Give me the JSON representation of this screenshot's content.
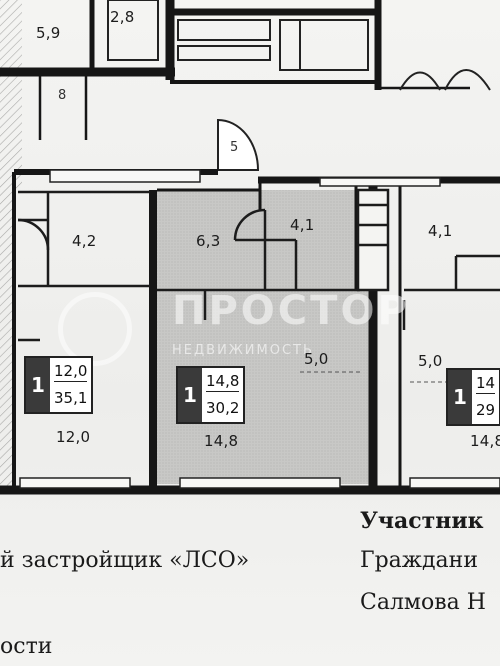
{
  "plan": {
    "rooms": {
      "r_5_9": "5,9",
      "r_2_8": "2,8",
      "r_8": "8",
      "r_5": "5",
      "r_4_2": "4,2",
      "r_6_3": "6,3",
      "r_4_1a": "4,1",
      "r_4_1b": "4,1",
      "r_5_0a": "5,0",
      "r_5_0b": "5,0",
      "r_12_0": "12,0",
      "r_14_8": "14,8",
      "r_14_8b": "14,8"
    },
    "badges": [
      {
        "rooms": "1",
        "living": "12,0",
        "total": "35,1"
      },
      {
        "rooms": "1",
        "living": "14,8",
        "total": "30,2"
      },
      {
        "rooms": "1",
        "living": "14",
        "total": "29"
      }
    ]
  },
  "watermark": {
    "brand": "ПРОСТОР",
    "sub": "НЕДВИЖИМОСТЬ"
  },
  "text": {
    "right_heading": "Участник",
    "line1_left": "й застройщик «ЛСО»",
    "line1_right": "Граждани",
    "line2_right": "Салмова Н",
    "line3_left": "ости"
  },
  "colors": {
    "wall": "#161616",
    "room_shade": "#c9c9c7",
    "hatch": "#9a9a98"
  }
}
